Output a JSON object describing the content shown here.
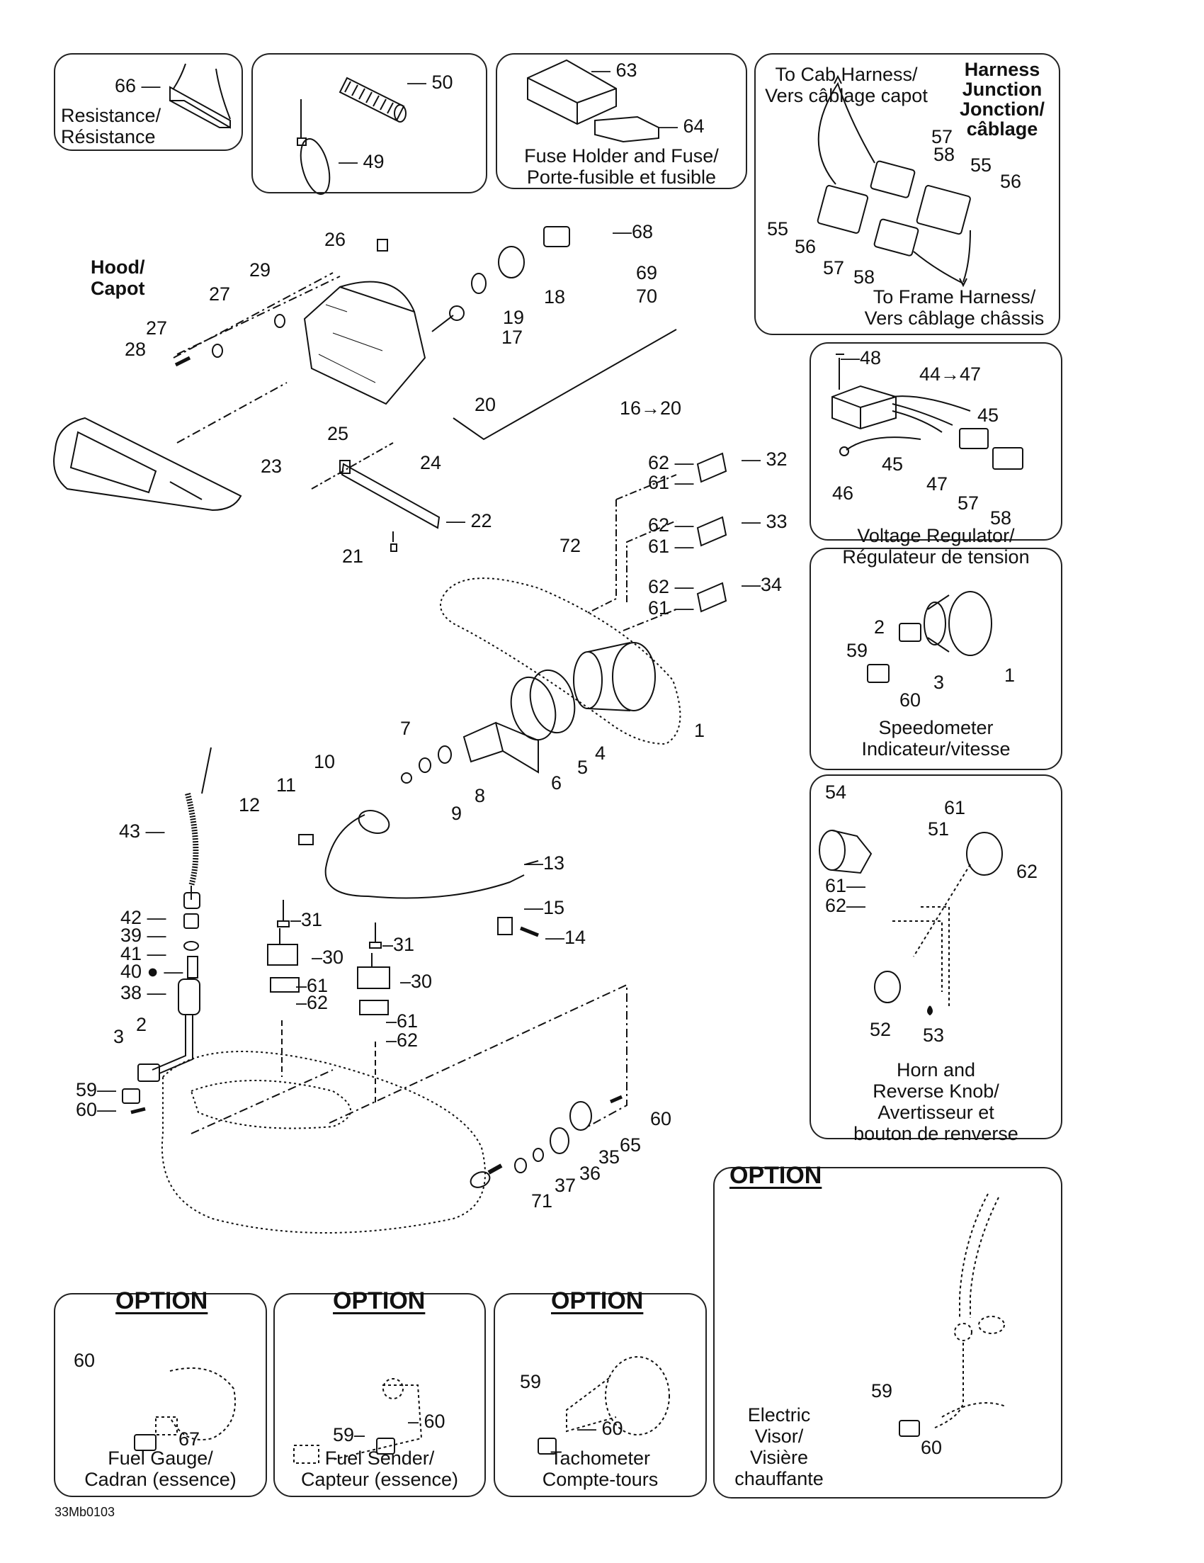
{
  "document_code": "33Mb0103",
  "boxes": {
    "resistance": {
      "item": "66",
      "caption": [
        "Resistance/",
        "Résistance"
      ]
    },
    "ties": {
      "items": [
        "50",
        "49"
      ]
    },
    "fuse": {
      "items": [
        "63",
        "64"
      ],
      "caption": [
        "Fuse Holder and Fuse/",
        "Porte-fusible et fusible"
      ]
    },
    "harness": {
      "title": [
        "Harness",
        "Junction",
        "Jonction/",
        "câblage"
      ],
      "to_cab": [
        "To Cab Harness/",
        "Vers câblage capot"
      ],
      "to_frame": [
        "To Frame Harness/",
        "Vers câblage châssis"
      ],
      "items": [
        "57",
        "58",
        "55",
        "56",
        "55",
        "56",
        "57",
        "58"
      ]
    },
    "regulator": {
      "items": [
        "48",
        "44→47",
        "45",
        "45",
        "46",
        "47",
        "57",
        "58"
      ],
      "caption": [
        "Voltage Regulator/",
        "Régulateur de tension"
      ]
    },
    "speedometer": {
      "items": [
        "2",
        "59",
        "3",
        "1",
        "60"
      ],
      "caption": [
        "Speedometer",
        "Indicateur/vitesse"
      ]
    },
    "horn": {
      "items": [
        "54",
        "61",
        "51",
        "62",
        "61",
        "62",
        "52",
        "53"
      ],
      "caption": [
        "Horn and",
        "Reverse Knob/",
        "Avertisseur et",
        "bouton de renverse"
      ]
    },
    "visor": {
      "option": "OPTION",
      "items": [
        "59",
        "60"
      ],
      "caption": [
        "Electric",
        "Visor/",
        "Visière",
        "chauffante"
      ]
    },
    "fuel_gauge": {
      "option": "OPTION",
      "items": [
        "60",
        "67"
      ],
      "caption": [
        "Fuel Gauge/",
        "Cadran (essence)"
      ]
    },
    "fuel_sender": {
      "option": "OPTION",
      "items": [
        "59",
        "60"
      ],
      "caption": [
        "Fuel Sender/",
        "Capteur (essence)"
      ]
    },
    "tachometer": {
      "option": "OPTION",
      "items": [
        "59",
        "60"
      ],
      "caption": [
        "Tachometer",
        "Compte-tours"
      ]
    }
  },
  "main": {
    "hood_label": [
      "Hood/",
      "Capot"
    ],
    "callouts": {
      "c26": "26",
      "c29": "29",
      "c27a": "27",
      "c27b": "27",
      "c28": "28",
      "c17": "17",
      "c19": "19",
      "c18": "18",
      "c68": "68",
      "c69": "69",
      "c70": "70",
      "c20": "20",
      "c16_20": "16→20",
      "c25": "25",
      "c24": "24",
      "c23": "23",
      "c22": "22",
      "c21": "21",
      "c62a": "62",
      "c61a": "61",
      "c32": "32",
      "c62b": "62",
      "c61b": "61",
      "c33": "33",
      "c62c": "62",
      "c61c": "61",
      "c34": "34",
      "c72": "72",
      "c1": "1",
      "c4": "4",
      "c5": "5",
      "c6": "6",
      "c7": "7",
      "c8": "8",
      "c9": "9",
      "c10": "10",
      "c11": "11",
      "c12": "12",
      "c13": "13",
      "c15": "15",
      "c14": "14",
      "c43": "43",
      "c42": "42",
      "c39": "39",
      "c41": "41",
      "c40": "40",
      "c38": "38",
      "c2": "2",
      "c3": "3",
      "c59": "59",
      "c60": "60",
      "c31a": "31",
      "c30a": "30",
      "c61d": "61",
      "c62d": "62",
      "c31b": "31",
      "c30b": "30",
      "c61e": "61",
      "c62e": "62",
      "c60b": "60",
      "c65": "65",
      "c35": "35",
      "c36": "36",
      "c37": "37",
      "c71": "71"
    }
  }
}
